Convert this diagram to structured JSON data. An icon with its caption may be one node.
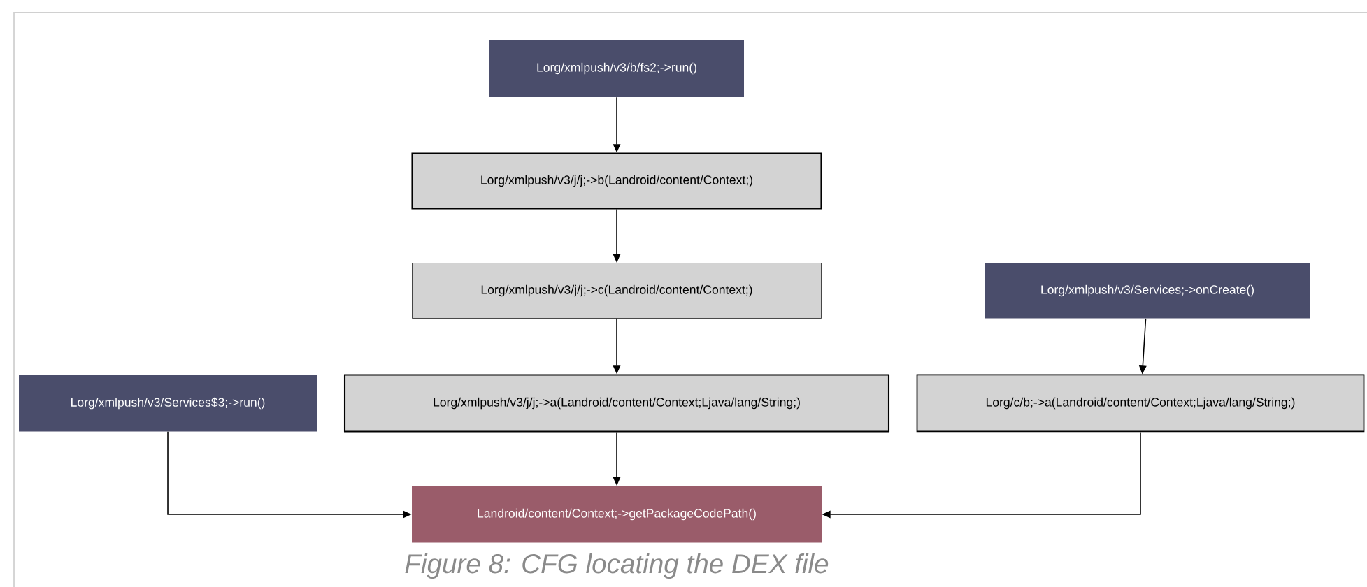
{
  "diagram": {
    "caption": "Figure 8: CFG locating the DEX file",
    "nodes": [
      {
        "text": [
          "Lorg/xmlpush/v3/b/fs2;->run()"
        ]
      },
      {
        "text": [
          "Lorg/xmlpush/v3/j/j;->b(Landroid/content/Context;)"
        ]
      },
      {
        "text": [
          "Lorg/xmlpush/v3/j/j;->c(Landroid/content/Context;)"
        ]
      },
      {
        "text": [
          "Lorg/xmlpush/v3/Services;->onCreate()"
        ]
      },
      {
        "text": [
          "Lorg/xmlpush/v3/Services$3;->run()"
        ]
      },
      {
        "text": [
          "Lorg/xmlpush/v3/j/j;->a(Landroid/content/Context;Ljava/lang/String;)"
        ]
      },
      {
        "text": [
          "Lorg/c/b;->a(Landroid/content/Context;Ljava/lang/String;)"
        ]
      },
      {
        "text": [
          "Landroid/content/Context;->getPackageCodePath()"
        ]
      }
    ],
    "edges": [
      {
        "from": 0,
        "to": 1,
        "arrow": "to"
      },
      {
        "from": 1,
        "to": 2,
        "arrow": "to"
      },
      {
        "from": 2,
        "to": 5,
        "arrow": "to"
      },
      {
        "from": 3,
        "to": 6,
        "arrow": "to"
      },
      {
        "from": 5,
        "to": 7,
        "arrow": "to"
      },
      {
        "from": 4,
        "to": 7,
        "arrow": "to"
      },
      {
        "from": 6,
        "to": 7,
        "arrow": "to"
      }
    ]
  }
}
